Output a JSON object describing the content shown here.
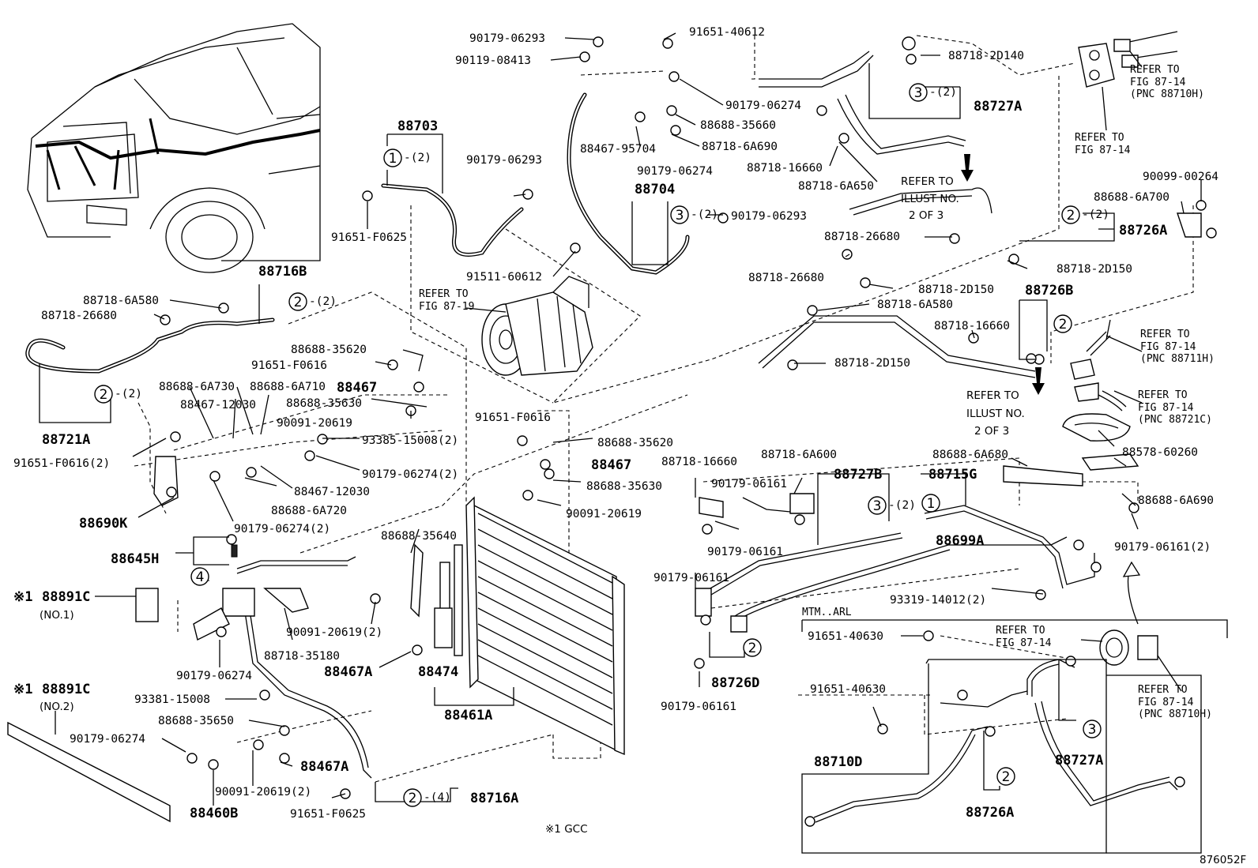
{
  "diagram_id": "876052F",
  "labels": {
    "l90179_06293_a": "90179-06293",
    "l90119_08413": "90119-08413",
    "l91651_40612": "91651-40612",
    "l88718_2D140": "88718-2D140",
    "l88727A_top": "88727A",
    "l90179_06274_a": "90179-06274",
    "l88688_35660": "88688-35660",
    "l88718_6A690": "88718-6A690",
    "l88467_95704": "88467-95704",
    "l90179_06274_b": "90179-06274",
    "l88718_16660_a": "88718-16660",
    "l88718_6A650": "88718-6A650",
    "l88703": "88703",
    "l90179_06293_b": "90179-06293",
    "l88704": "88704",
    "l90179_06293_c": "90179-06293",
    "l91651_F0625_a": "91651-F0625",
    "l91511_60612": "91511-60612",
    "l90099_00264": "90099-00264",
    "l88688_6A700": "88688-6A700",
    "l88726A_top": "88726A",
    "l88718_26680_a": "88718-26680",
    "l88718_26680_b": "88718-26680",
    "l88718_2D150_a": "88718-2D150",
    "l88718_2D150_b": "88718-2D150",
    "l88726B": "88726B",
    "l88718_6A580_a": "88718-6A580",
    "l88718_16660_b": "88718-16660",
    "l88718_2D150_c": "88718-2D150",
    "l88716B": "88716B",
    "l88718_6A580_b": "88718-6A580",
    "l88718_26680_c": "88718-26680",
    "l88688_35620_a": "88688-35620",
    "l91651_F0616_a": "91651-F0616",
    "l88688_6A730": "88688-6A730",
    "l88688_6A710": "88688-6A710",
    "l88467_a": "88467",
    "l88467_12030_a": "88467-12030",
    "l88688_35630_a": "88688-35630",
    "l90091_20619_a": "90091-20619",
    "l88721A": "88721A",
    "l91651_F0616_2": "91651-F0616(2)",
    "l93385_15008": "93385-15008(2)",
    "l90179_06274_2a": "90179-06274(2)",
    "l88467_12030_b": "88467-12030",
    "l88688_6A720": "88688-6A720",
    "l88690K": "88690K",
    "l90179_06274_2b": "90179-06274(2)",
    "l91651_F0616_b": "91651-F0616",
    "l88688_35620_b": "88688-35620",
    "l88467_b": "88467",
    "l88688_35630_b": "88688-35630",
    "l90091_20619_b": "90091-20619",
    "l88688_35640": "88688-35640",
    "l88645H": "88645H",
    "l88891C_1": "88891C",
    "l88891C_1_sub": "(NO.1)",
    "l90091_20619_2": "90091-20619(2)",
    "l88718_35180": "88718-35180",
    "l88467A_a": "88467A",
    "l88474": "88474",
    "l90179_06274_c": "90179-06274",
    "l88891C_2": "88891C",
    "l88891C_2_sub": "(NO.2)",
    "l93381_15008": "93381-15008",
    "l88688_35650": "88688-35650",
    "l88461A": "88461A",
    "l90179_06274_d": "90179-06274",
    "l88467A_b": "88467A",
    "l90091_20619_2b": "90091-20619(2)",
    "l88460B": "88460B",
    "l88716A": "88716A",
    "l91651_F0625_b": "91651-F0625",
    "l88718_16660_c": "88718-16660",
    "l88718_6A600": "88718-6A600",
    "l90179_06161_a": "90179-06161",
    "l88727B": "88727B",
    "l88715G": "88715G",
    "l88688_6A680": "88688-6A680",
    "l88578_60260": "88578-60260",
    "l88688_6A690": "88688-6A690",
    "l90179_06161_b": "90179-06161",
    "l88699A": "88699A",
    "l90179_06161_2": "90179-06161(2)",
    "l90179_06161_c": "90179-06161",
    "l93319_14012": "93319-14012(2)",
    "l91651_40630_a": "91651-40630",
    "l88726D": "88726D",
    "l90179_06161_d": "90179-06161",
    "l91651_40630_b": "91651-40630",
    "l88710D": "88710D",
    "l88727A_bot": "88727A",
    "l88726A_bot": "88726A",
    "mtm_arl": "MTM..ARL",
    "footnote": "※1 GCC",
    "ast1": "※1",
    "ast2": "※1"
  },
  "callout_qty": {
    "q1": "-(2)",
    "q3a": "-(2)",
    "q3b": "-(2)",
    "q2a": "-(2)",
    "q2b": "-(2)",
    "q2c": "-(2)",
    "q3c": "-(2)",
    "q2d": "-(4)"
  },
  "callout_nums": {
    "c1": "1",
    "c2": "2",
    "c3": "3",
    "c4": "4"
  },
  "refs": {
    "r1": [
      "REFER TO",
      "FIG 87-14",
      "(PNC 88710H)"
    ],
    "r2": [
      "REFER TO",
      "FIG 87-14"
    ],
    "r3": [
      "REFER TO",
      "ILLUST NO.",
      "2 OF 3"
    ],
    "r4": [
      "REFER TO",
      "FIG 87-19"
    ],
    "r5": [
      "REFER TO",
      "FIG 87-14",
      "(PNC 88711H)"
    ],
    "r6": [
      "REFER TO",
      "FIG 87-14",
      "(PNC 88721C)"
    ],
    "r7": [
      "REFER TO",
      "ILLUST NO.",
      "2 OF 3"
    ],
    "r8": [
      "REFER TO",
      "FIG 87-14"
    ],
    "r9": [
      "REFER TO",
      "FIG 87-14",
      "(PNC 88710H)"
    ]
  }
}
